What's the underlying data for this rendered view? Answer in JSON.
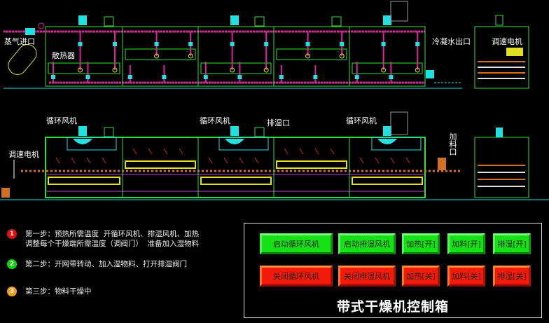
{
  "diagram": {
    "top_labels": {
      "steam_inlet": "蒸气进口",
      "radiator": "散热器",
      "condensate_outlet": "冷凝水出口",
      "speed_motor": "调速电机"
    },
    "bottom_labels": {
      "fan_1": "循环风机",
      "fan_2": "循环风机",
      "fan_3": "循环风机",
      "exhaust_port": "排湿口",
      "speed_motor": "调速电机",
      "feed_port": "加料口"
    }
  },
  "steps": [
    {
      "num": "1",
      "color": "#e01010",
      "text": "第一步：预热所需温度  开循环风机、排湿风机、加热\n调整每个干燥端所需温度（调阀门）  准备加入湿物料"
    },
    {
      "num": "2",
      "color": "#10d010",
      "text": "第二步：开网带转动、加入湿物料、打开排湿阀门"
    },
    {
      "num": "3",
      "color": "#f0a020",
      "text": "第三步：物料干燥中"
    }
  ],
  "control_box": {
    "title": "带式干燥机控制箱",
    "start_buttons": [
      "启动循环风机",
      "启动排湿风机",
      "加热[开]",
      "加料[开]",
      "排湿[开]"
    ],
    "stop_buttons": [
      "关闭循环风机",
      "关闭排湿风机",
      "加热[关]",
      "加料[关]",
      "排湿[关]"
    ]
  }
}
